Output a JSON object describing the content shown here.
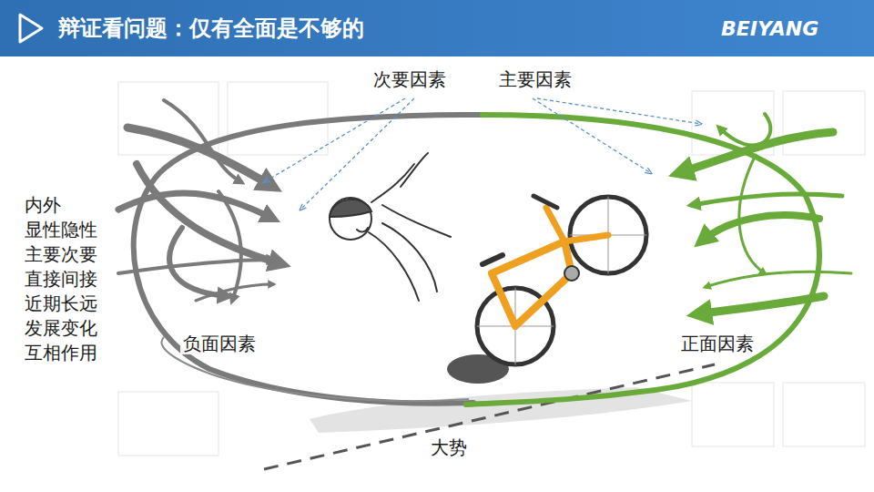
{
  "diagram": {
    "title": "辩证看问题：仅有全面是不够的",
    "labels": [
      "BEIYANG",
      "次要因素",
      "主要因素",
      "内外",
      "显性隐性",
      "主要次要",
      "直接间接",
      "近期长远",
      "发展变化",
      "互相作用",
      "负面因素",
      "正面因素",
      "大势"
    ]
  }
}
